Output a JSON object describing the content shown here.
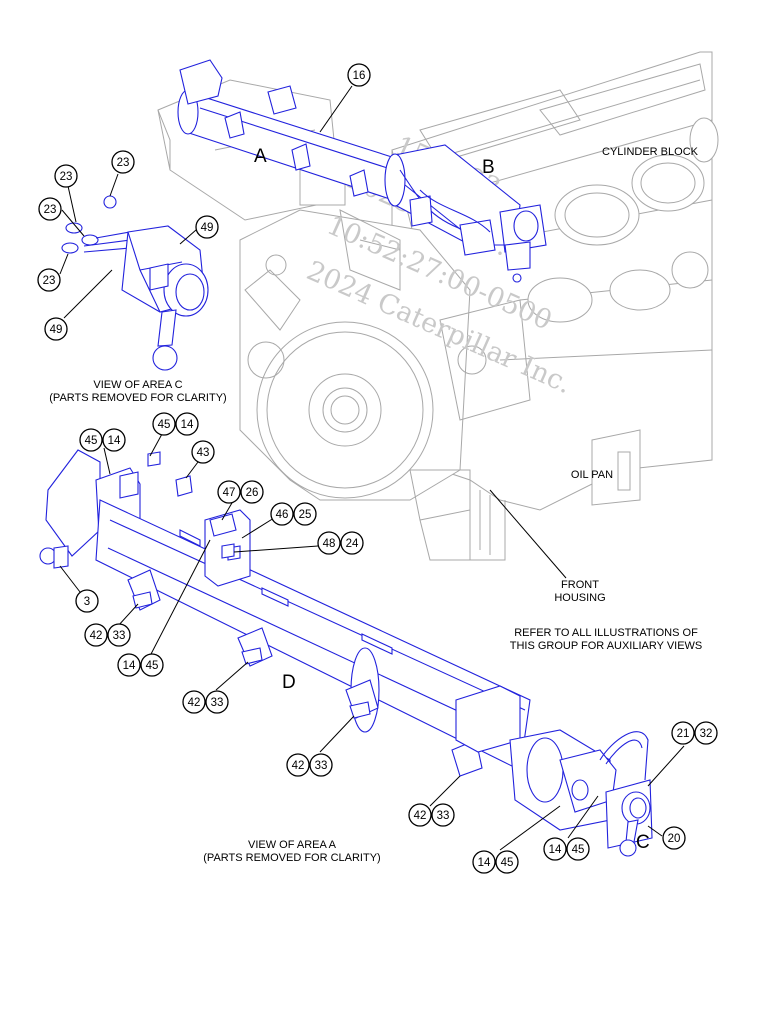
{
  "area_labels": {
    "a": "A",
    "b": "B",
    "c": "C",
    "d": "D"
  },
  "component_labels": {
    "cylinder_block": "CYLINDER BLOCK",
    "oil_pan": "OIL PAN",
    "front_housing": [
      "FRONT",
      "HOUSING"
    ]
  },
  "captions": {
    "area_c": [
      "VIEW OF AREA C",
      "(PARTS REMOVED FOR CLARITY)"
    ],
    "refer": [
      "REFER TO ALL ILLUSTRATIONS OF",
      "THIS GROUP FOR AUXILIARY VIEWS"
    ],
    "area_a": [
      "VIEW OF AREA A",
      "(PARTS REMOVED FOR CLARITY)"
    ]
  },
  "watermark": [
    "15 2023",
    "2023-10-17 ...",
    "10:52:27:00-0500",
    "2024 Caterpillar Inc."
  ],
  "callouts": [
    "16",
    "23",
    "23",
    "23",
    "23",
    "49",
    "49",
    "45",
    "14",
    "45",
    "14",
    "43",
    "47",
    "26",
    "46",
    "25",
    "48",
    "24",
    "3",
    "42",
    "33",
    "14",
    "45",
    "42",
    "33",
    "42",
    "33",
    "42",
    "33",
    "21",
    "32",
    "14",
    "45",
    "14",
    "45",
    "20"
  ]
}
